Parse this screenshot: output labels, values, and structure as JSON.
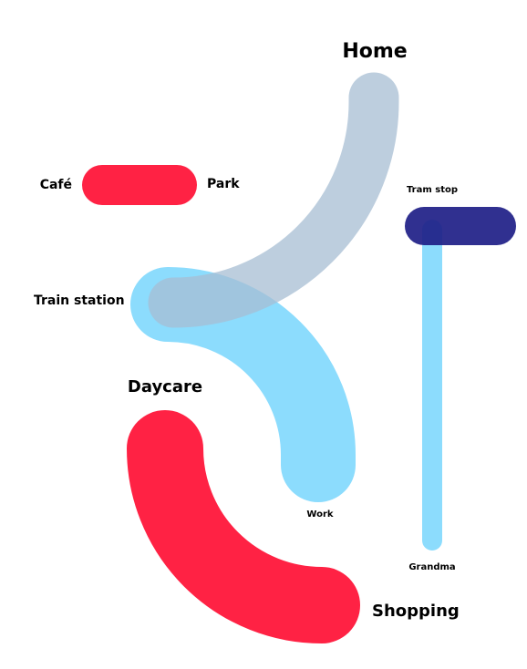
{
  "places": {
    "home": "Home",
    "cafe": "Café",
    "park": "Park",
    "tram_stop": "Tram stop",
    "train_station": "Train station",
    "daycare": "Daycare",
    "work": "Work",
    "grandma": "Grandma",
    "shopping": "Shopping"
  },
  "colors": {
    "red": "#ff2244",
    "light_blue": "#8cdcfd",
    "grey_blue": "#b4c8da",
    "navy": "#23238c",
    "text": "#000000"
  }
}
